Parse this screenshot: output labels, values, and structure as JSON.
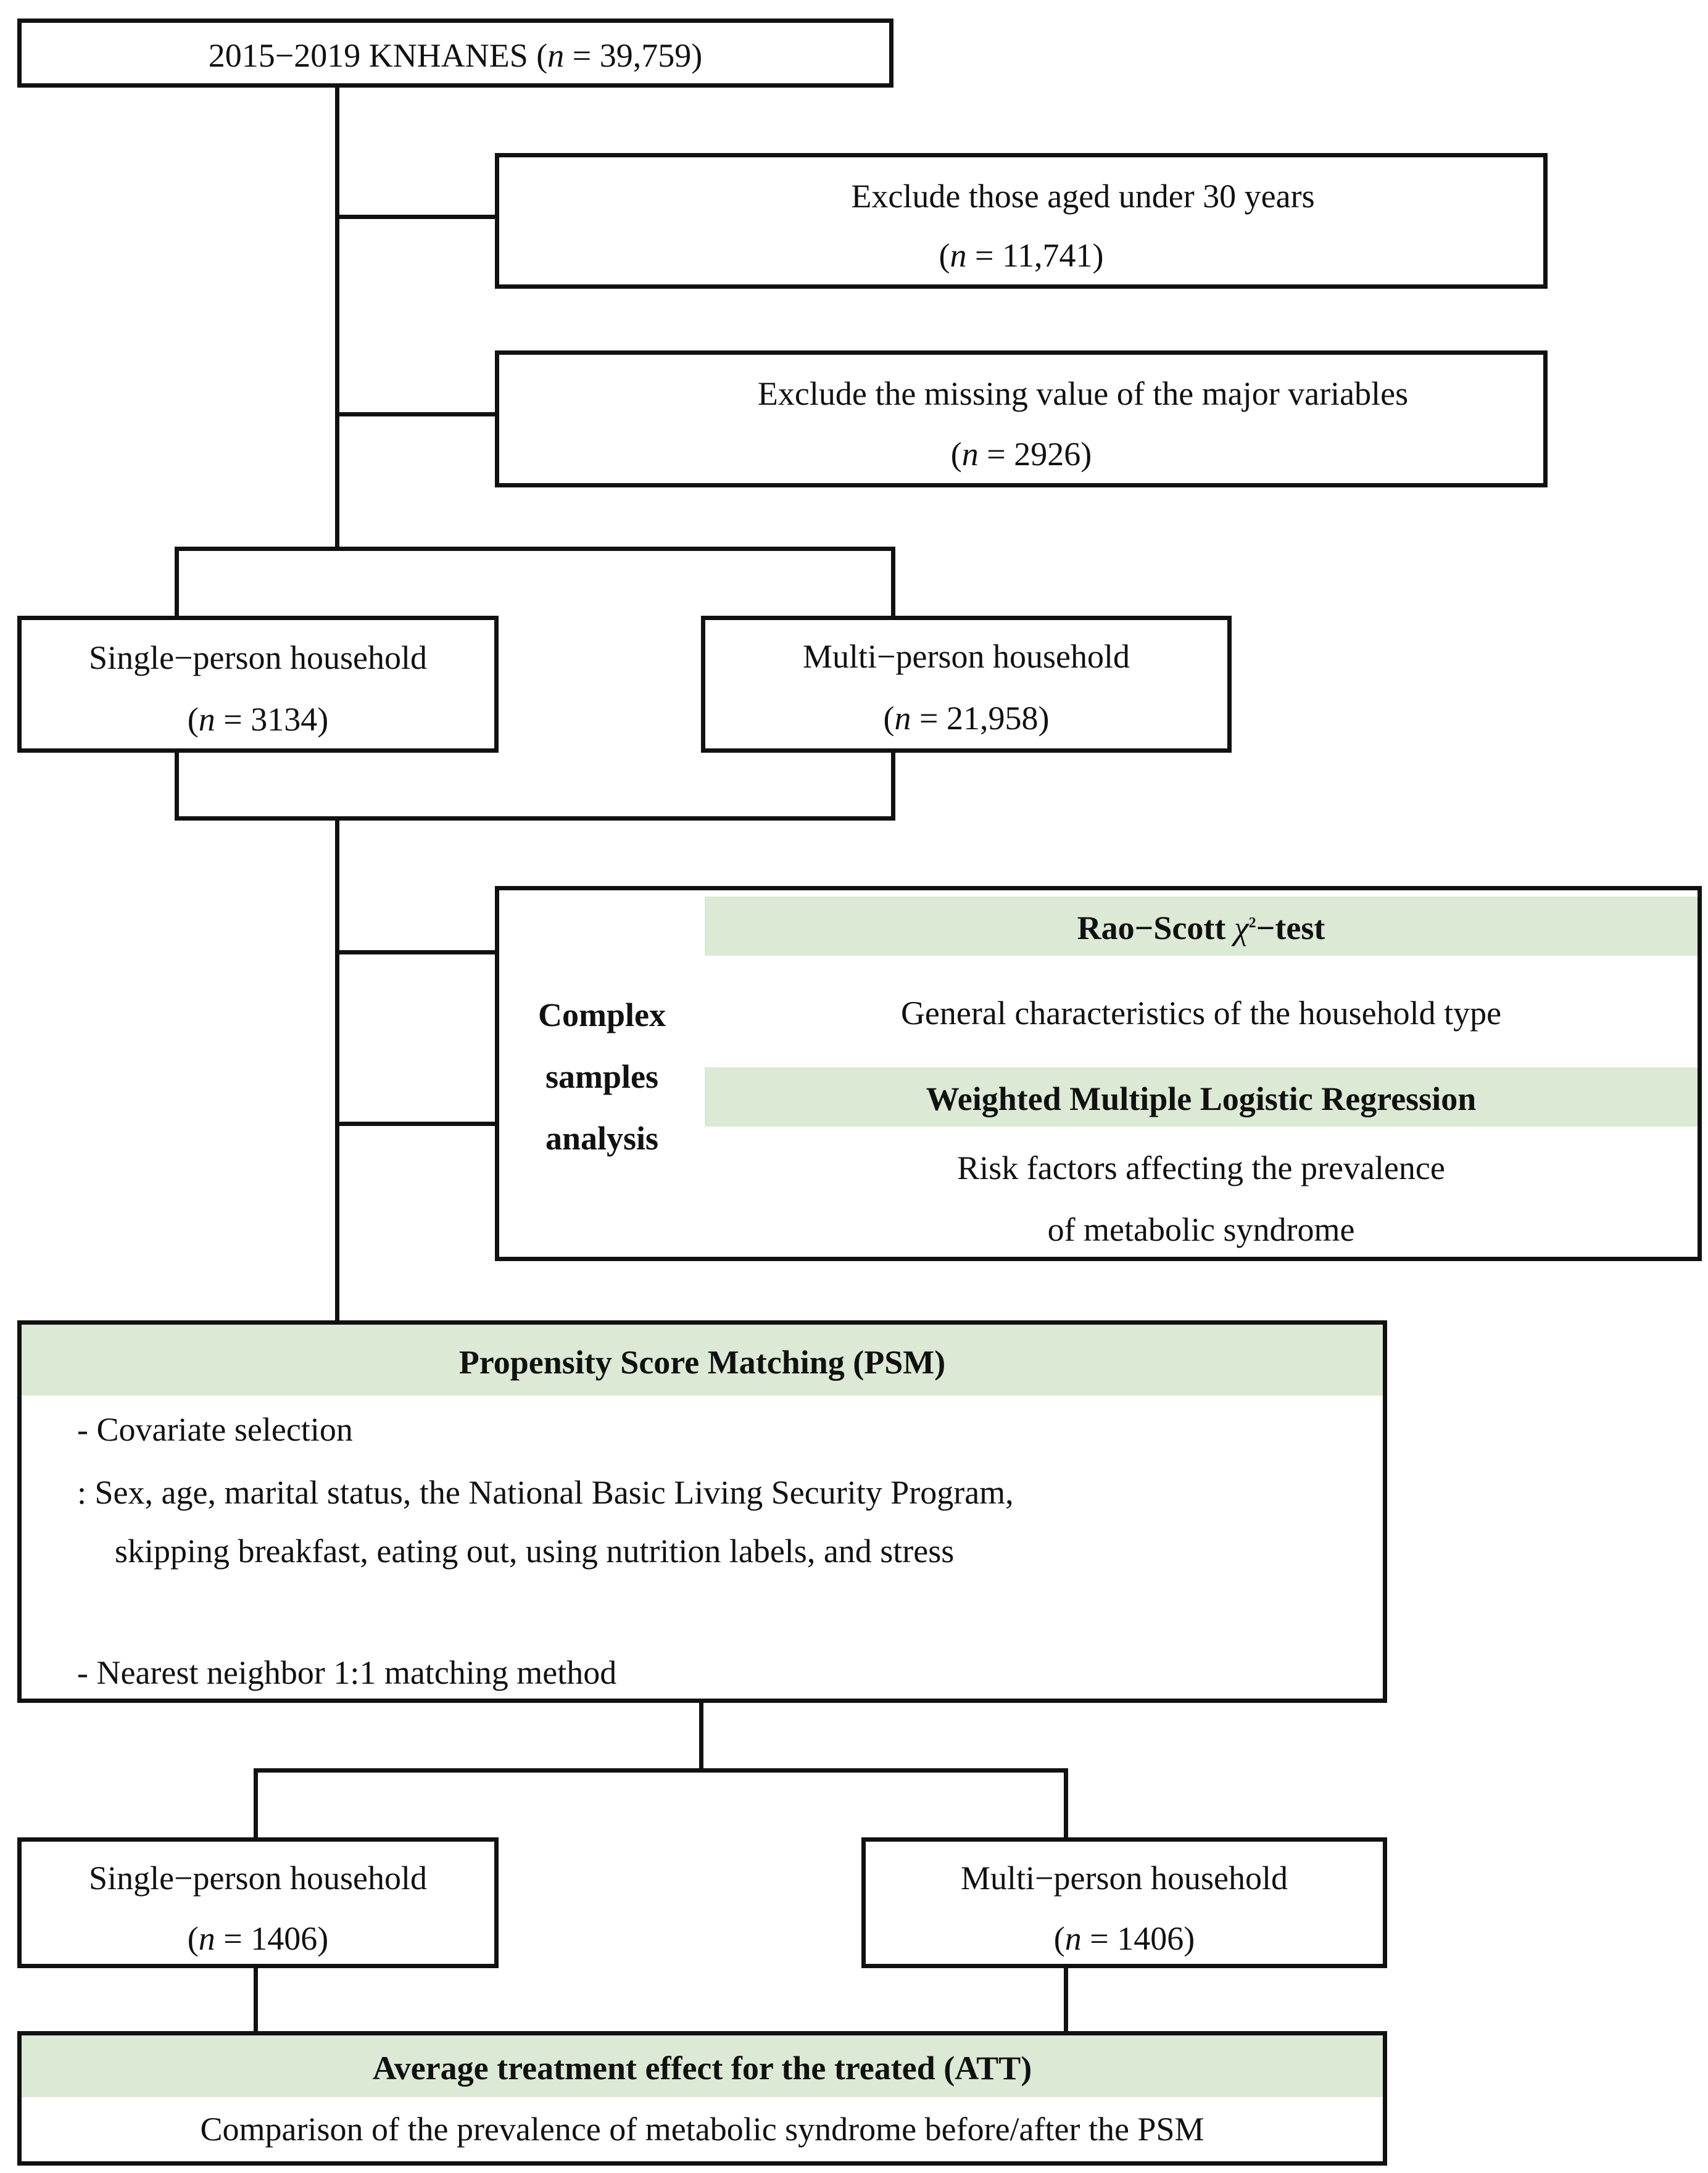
{
  "colors": {
    "line": "#111111",
    "header_band": "#dce9d5",
    "background": "#ffffff"
  },
  "top": {
    "label": "2015−2019 KNHANES",
    "n": "39,759"
  },
  "exclude1": {
    "label": "Exclude those aged under 30 years",
    "n": "11,741"
  },
  "exclude2": {
    "label": "Exclude the missing value of the major variables",
    "n": "2926"
  },
  "group1": {
    "single": {
      "label": "Single−person household",
      "n": "3134"
    },
    "multi": {
      "label": "Multi−person household",
      "n": "21,958"
    }
  },
  "complex": {
    "side_lines": [
      "Complex",
      "samples",
      "analysis"
    ],
    "test1_title_prefix": "Rao−Scott ",
    "test1_title_symbol": "χ",
    "test1_title_sup": "2",
    "test1_title_suffix": "−test",
    "test1_desc": "General characteristics of the household type",
    "test2_title": "Weighted Multiple Logistic Regression",
    "test2_desc_lines": [
      "Risk factors affecting the prevalence",
      "of metabolic syndrome"
    ]
  },
  "psm": {
    "title": "Propensity Score Matching (PSM)",
    "item1": "- Covariate selection",
    "item1_detail_lines": [
      ":   Sex, age, marital status, the National Basic Living Security Program,",
      "skipping breakfast, eating out, using nutrition labels, and stress"
    ],
    "item2": "- Nearest neighbor 1:1 matching method"
  },
  "group2": {
    "single": {
      "label": "Single−person household",
      "n": "1406"
    },
    "multi": {
      "label": "Multi−person household",
      "n": "1406"
    }
  },
  "att": {
    "title": "Average treatment effect for the treated (ATT)",
    "desc": "Comparison of the prevalence of metabolic syndrome before/after the PSM"
  },
  "n_symbol": "n",
  "equals": " = "
}
